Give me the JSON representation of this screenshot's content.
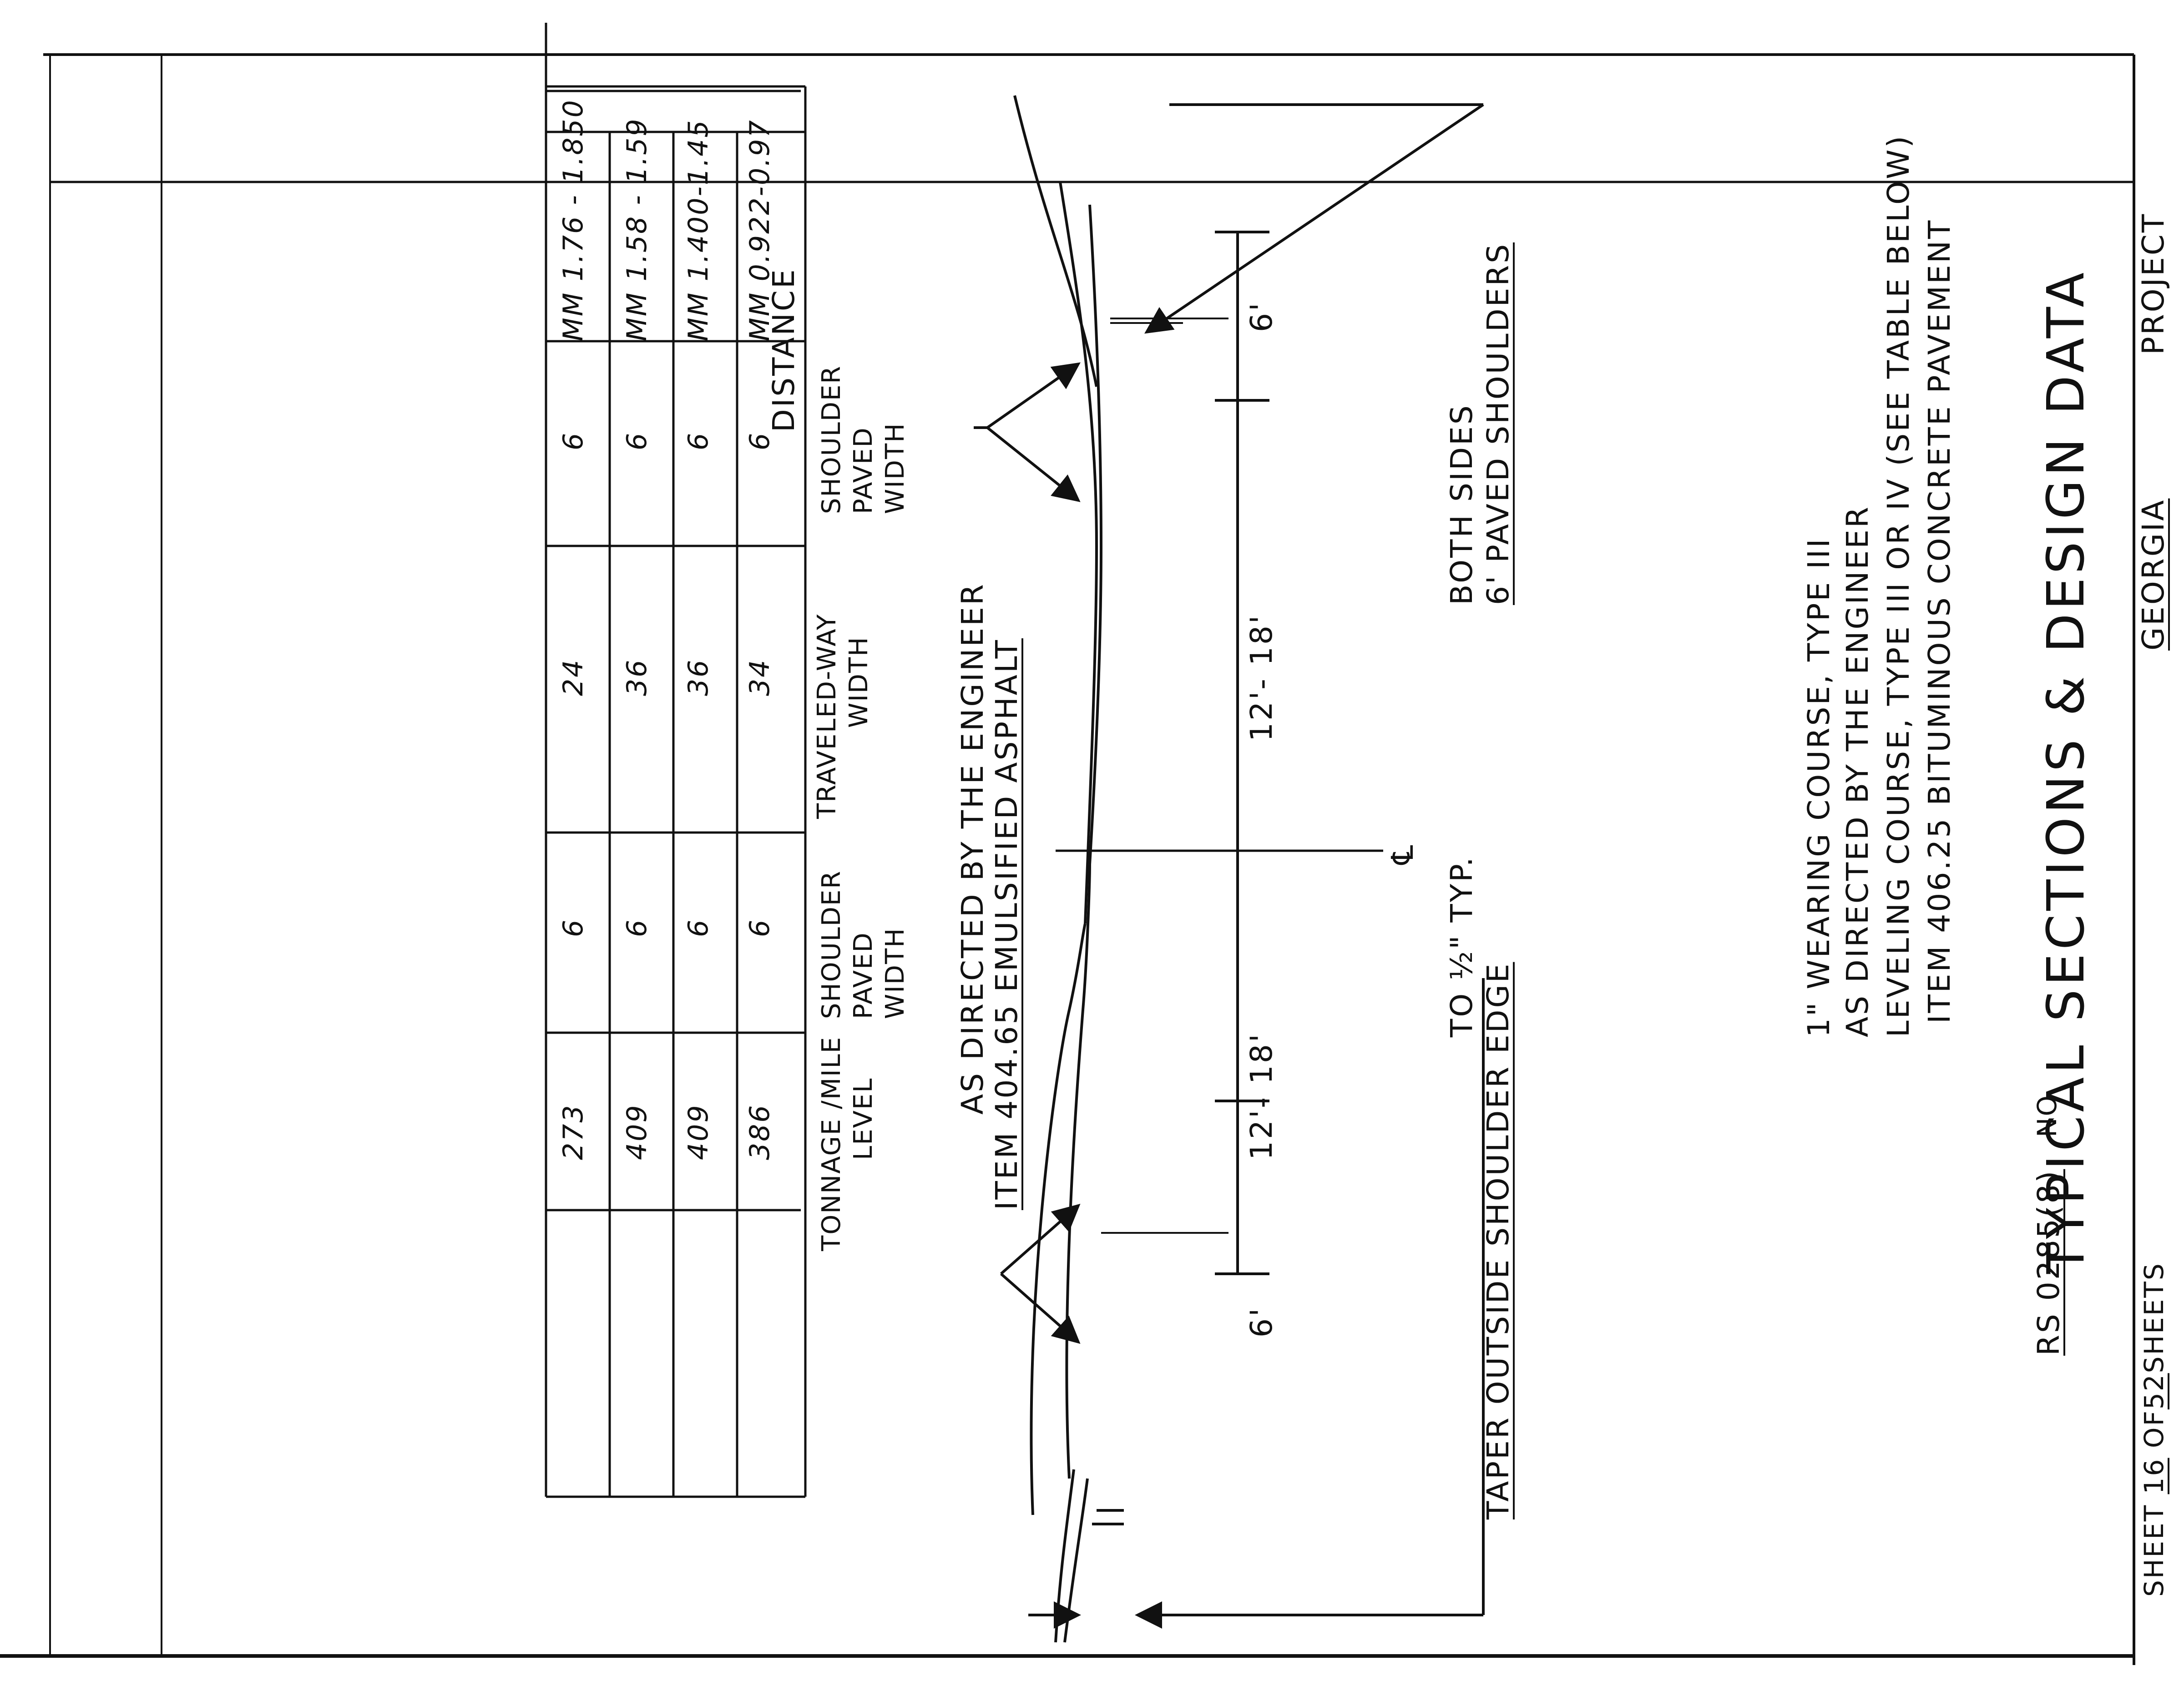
{
  "sheet": {
    "title": "TYPICAL SECTIONS & DESIGN DATA",
    "notes": [
      "ITEM 406.25 BITUMINOUS CONCRETE PAVEMENT",
      "LEVELING COURSE, TYPE III OR IV (SEE TABLE BELOW)",
      "AS DIRECTED BY THE ENGINEER",
      "1\" WEARING COURSE, TYPE III"
    ]
  },
  "section": {
    "callout_left_line1": "6' PAVED SHOULDERS",
    "callout_left_line2": "BOTH SIDES",
    "callout_right_line1": "TAPER OUTSIDE SHOULDER EDGE",
    "callout_right_line2": "TO ½\" TYP.",
    "centerline_symbol": "℄",
    "dim_shoulder_left": "6'",
    "dim_lane_left": "12'- 18'",
    "dim_lane_right": "12'- 18'",
    "dim_shoulder_right": "6'",
    "item_note_line1": "ITEM 404.65 EMULSIFIED ASPHALT",
    "item_note_line2": "AS DIRECTED BY THE ENGINEER"
  },
  "table": {
    "headers": {
      "distance": "DISTANCE",
      "shoulder_left": [
        "WIDTH",
        "PAVED",
        "SHOULDER"
      ],
      "traveled_way": [
        "WIDTH",
        "TRAVELED-WAY"
      ],
      "shoulder_right": [
        "WIDTH",
        "PAVED",
        "SHOULDER"
      ],
      "level": [
        "LEVEL",
        "TONNAGE /MILE"
      ]
    },
    "rows": [
      [
        "MM 0.922-0.97",
        "6",
        "34",
        "6",
        "386"
      ],
      [
        "MM 1.400-1.45",
        "6",
        "36",
        "6",
        "409"
      ],
      [
        "MM 1.58 - 1.59",
        "6",
        "36",
        "6",
        "409"
      ],
      [
        "MM 1.76 - 1.850",
        "6",
        "24",
        "6",
        "273"
      ]
    ]
  },
  "title_block": {
    "project_label": "PROJECT",
    "project_value": "GEORGIA",
    "no_label": "NO.",
    "no_value": "RS 0285(8)",
    "sheet_label": "SHEET",
    "sheet_num": "16",
    "of_label": "OF",
    "sheet_total": "52",
    "sheets_label": "SHEETS"
  }
}
